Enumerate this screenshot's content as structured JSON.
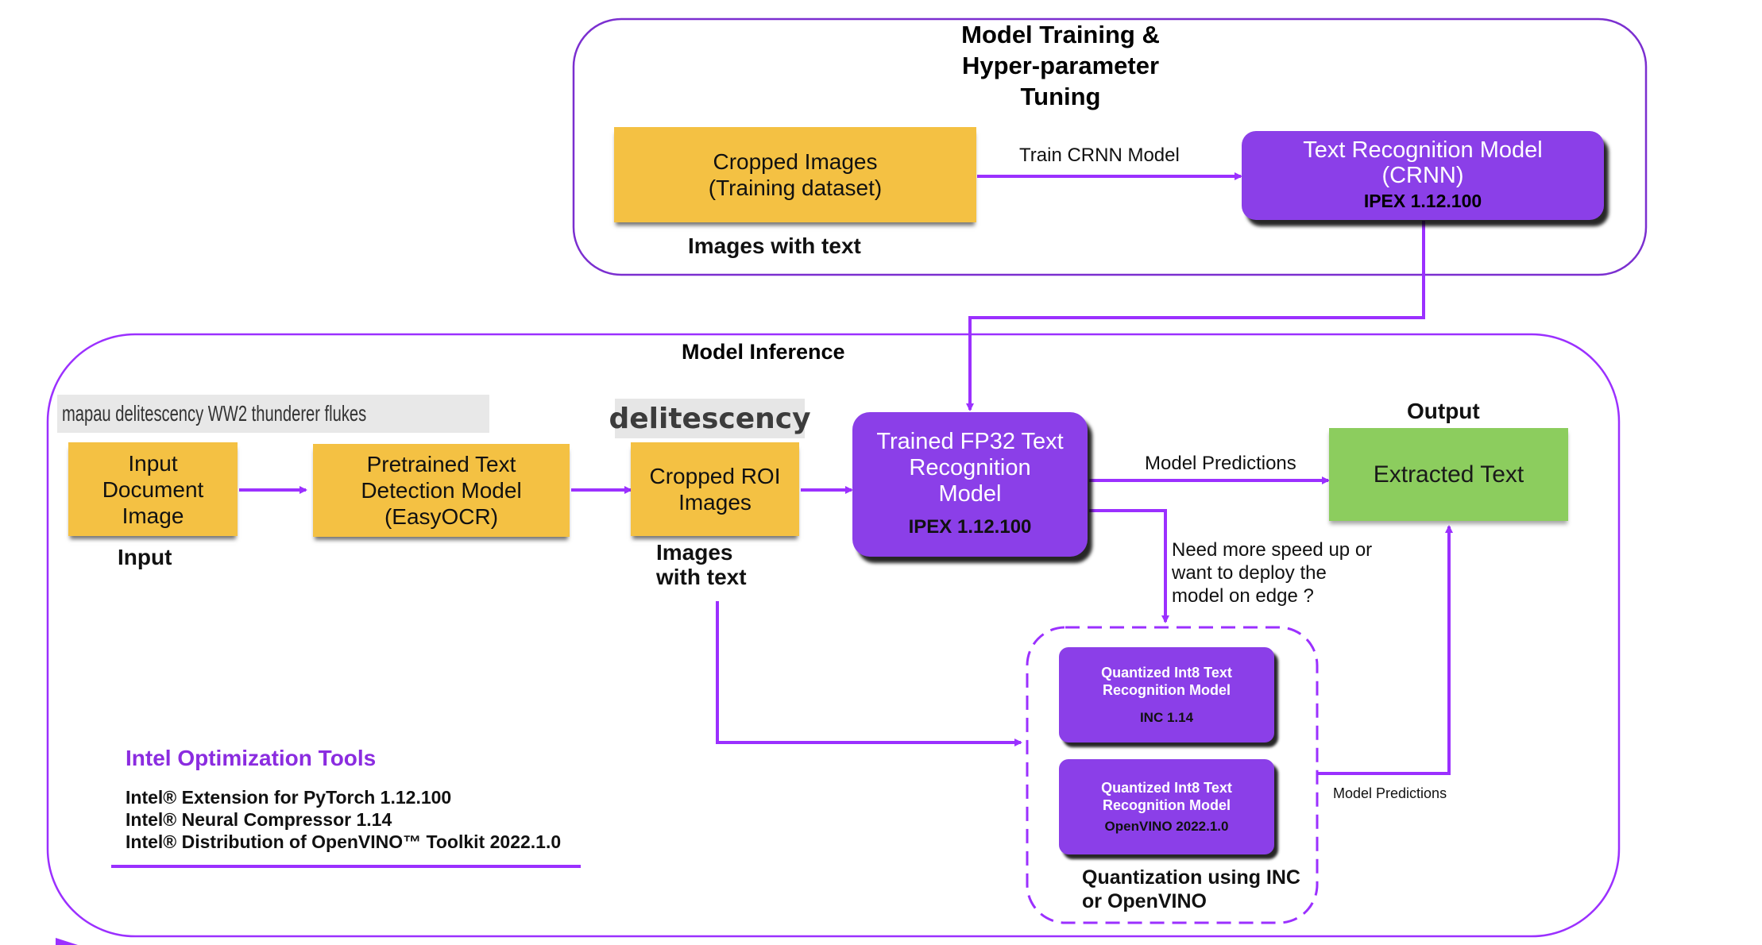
{
  "training": {
    "title": "Model Training &\nHyper-parameter\nTuning",
    "cropped_images": "Cropped Images\n(Training dataset)",
    "cropped_caption": "Images with text",
    "edge_label": "Train CRNN Model",
    "crnn_model": "Text Recognition Model\n(CRNN)",
    "crnn_tag": "IPEX 1.12.100"
  },
  "inference": {
    "title": "Model Inference",
    "sample_text_line": "mapau delitescency WW2 thunderer flukes",
    "sample_word": "delitescency",
    "input_box": "Input\nDocument\nImage",
    "input_caption": "Input",
    "detection_box": "Pretrained Text\nDetection Model\n(EasyOCR)",
    "roi_box": "Cropped ROI\nImages",
    "roi_caption": "Images\nwith text",
    "fp32_model": "Trained FP32 Text\nRecognition\nModel",
    "fp32_tag": "IPEX 1.12.100",
    "predictions_label": "Model Predictions",
    "output_label": "Output",
    "output_box": "Extracted Text",
    "question": "Need more speed up or\nwant to deploy the\nmodel on edge ?",
    "int8_inc": "Quantized Int8 Text\nRecognition Model",
    "int8_inc_tag": "INC 1.14",
    "int8_ov": "Quantized Int8 Text\nRecognition Model",
    "int8_ov_tag": "OpenVINO 2022.1.0",
    "quant_caption": "Quantization using INC\nor OpenVINO",
    "predictions_label_small": "Model Predictions"
  },
  "tools": {
    "title": "Intel Optimization Tools",
    "items": [
      "Intel® Extension for PyTorch 1.12.100",
      "Intel® Neural Compressor 1.14",
      "Intel® Distribution of OpenVINO™ Toolkit 2022.1.0"
    ]
  },
  "colors": {
    "accent_purple": "#8b3fe8",
    "line_purple": "#9b30ff",
    "box_yellow": "#f4c143",
    "box_green": "#8ccd5e"
  }
}
